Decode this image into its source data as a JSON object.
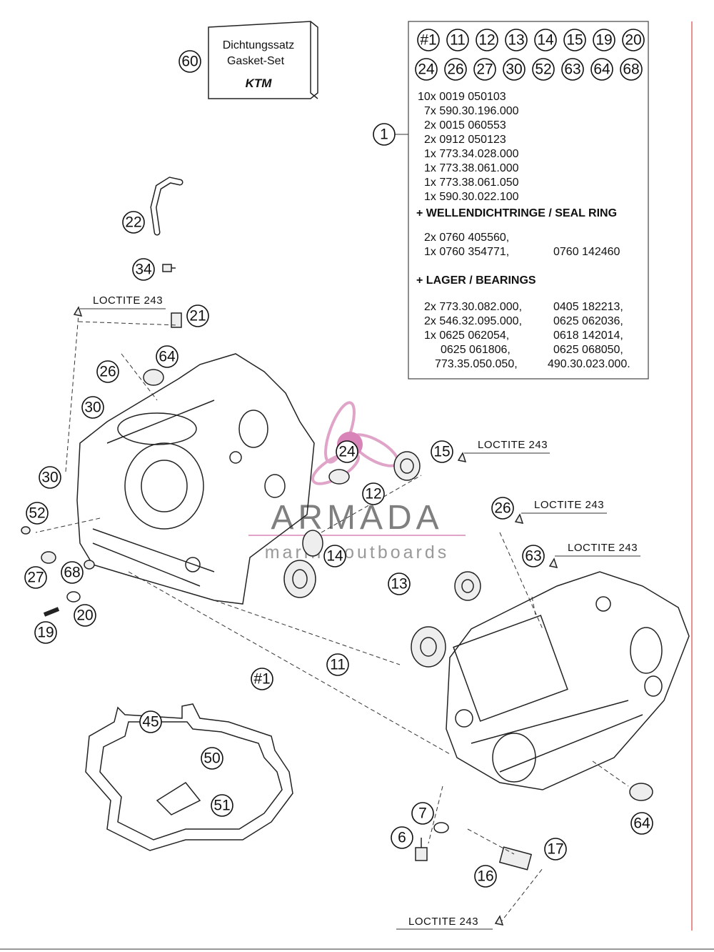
{
  "gasket_set": {
    "callout": "60",
    "line1": "Dichtungssatz",
    "line2": "Gasket-Set",
    "brand": "KTM"
  },
  "kit_box": {
    "callout": "1",
    "circled_row1": [
      "#1",
      "11",
      "12",
      "13",
      "14",
      "15",
      "19",
      "20"
    ],
    "circled_row2": [
      "24",
      "26",
      "27",
      "30",
      "52",
      "63",
      "64",
      "68"
    ],
    "parts": [
      "10x 0019 050103",
      "7x 590.30.196.000",
      "2x 0015 060553",
      "2x 0912 050123",
      "1x 773.34.028.000",
      "1x 773.38.061.000",
      "1x 773.38.061.050",
      "1x 590.30.022.100"
    ],
    "seal_heading": "+ WELLENDICHTRINGE /  SEAL RING",
    "seal_lines": [
      "2x 0760 405560,",
      "1x 0760 354771,"
    ],
    "seal_extra": "0760 142460",
    "bearing_heading": "+ LAGER / BEARINGS",
    "bearing_left": [
      "2x 773.30.082.000,",
      "2x 546.32.095.000,",
      "1x 0625 062054,",
      "0625 061806,",
      "773.35.050.050,"
    ],
    "bearing_right": [
      "0405 182213,",
      "0625 062036,",
      "0618 142014,",
      "0625 068050,",
      "490.30.023.000."
    ]
  },
  "loctite_label": "LOCTITE 243",
  "callouts": [
    "22",
    "34",
    "21",
    "64",
    "26",
    "30",
    "30",
    "52",
    "27",
    "68",
    "20",
    "19",
    "24",
    "12",
    "15",
    "14",
    "13",
    "11",
    "#1",
    "26",
    "63",
    "45",
    "50",
    "51",
    "7",
    "6",
    "16",
    "17",
    "64"
  ],
  "watermark": {
    "brand": "ARMADA",
    "tagline": "marine outboards",
    "accent_color": "#e0a4c8"
  },
  "colors": {
    "line": "#222222",
    "side_rule": "#e06a6a",
    "background": "#ffffff"
  }
}
